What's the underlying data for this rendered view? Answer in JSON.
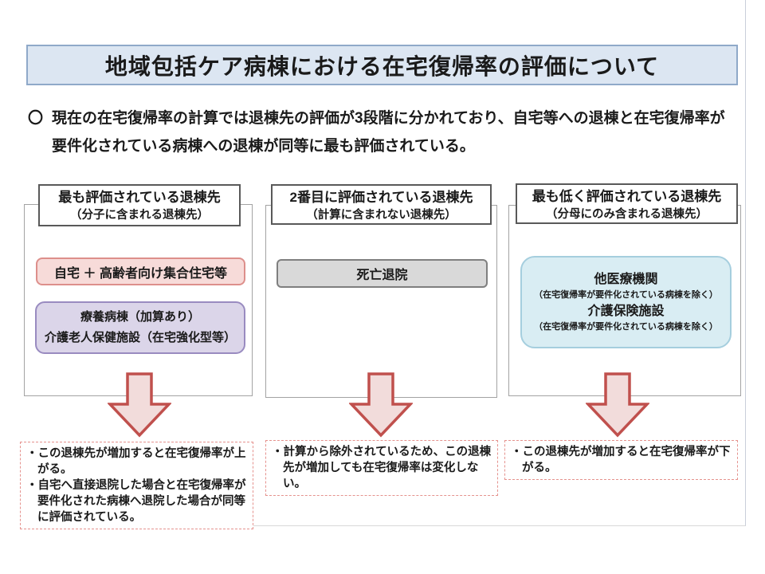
{
  "title": "地域包括ケア病棟における在宅復帰率の評価について",
  "intro": {
    "marker": "〇",
    "text": "現在の在宅復帰率の計算では退棟先の評価が3段階に分かれており、自宅等への退棟と在宅復帰率が要件化されている病棟への退棟が同等に最も評価されている。"
  },
  "columns": [
    {
      "header_line1": "最も評価されている退棟先",
      "header_line2": "（分子に含まれる退棟先）",
      "box_home": "自宅 ＋ 高齢者向け集合住宅等",
      "box_care_line1": "療養病棟（加算あり）",
      "box_care_line2": "介護老人保健施設（在宅強化型等）",
      "notes": [
        "・この退棟先が増加すると在宅復帰率が上がる。",
        "・自宅へ直接退院した場合と在宅復帰率が要件化された病棟へ退院した場合が同等に評価されている。"
      ]
    },
    {
      "header_line1": "2番目に評価されている退棟先",
      "header_line2": "（計算に含まれない退棟先）",
      "box_death": "死亡退院",
      "notes": [
        "・計算から除外されているため、この退棟先が増加しても在宅復帰率は変化しない。"
      ]
    },
    {
      "header_line1": "最も低く評価されている退棟先",
      "header_line2": "（分母にのみ含まれる退棟先）",
      "box_other_line1": "他医療機関",
      "box_other_line2": "（在宅復帰率が要件化されている病棟を除く）",
      "box_other_line3": "介護保険施設",
      "box_other_line4": "（在宅復帰率が要件化されている病棟を除く）",
      "notes": [
        "・この退棟先が増加すると在宅復帰率が下がる。"
      ]
    }
  ],
  "colors": {
    "title_bg": "#dce6f2",
    "title_border": "#8fa9c9",
    "header_border": "#595959",
    "frame_border": "#a3a3a3",
    "pink_fill": "#f7dbd9",
    "pink_border": "#dd8f8b",
    "purple_fill": "#dbd5e9",
    "purple_border": "#998bc0",
    "gray_fill": "#d9d9d9",
    "gray_border": "#7f7f7f",
    "blue_fill": "#d9edf3",
    "blue_border": "#a5cede",
    "arrow_fill": "#f2dcdb",
    "arrow_stroke": "#c0504d",
    "note_border": "#e5928e"
  }
}
